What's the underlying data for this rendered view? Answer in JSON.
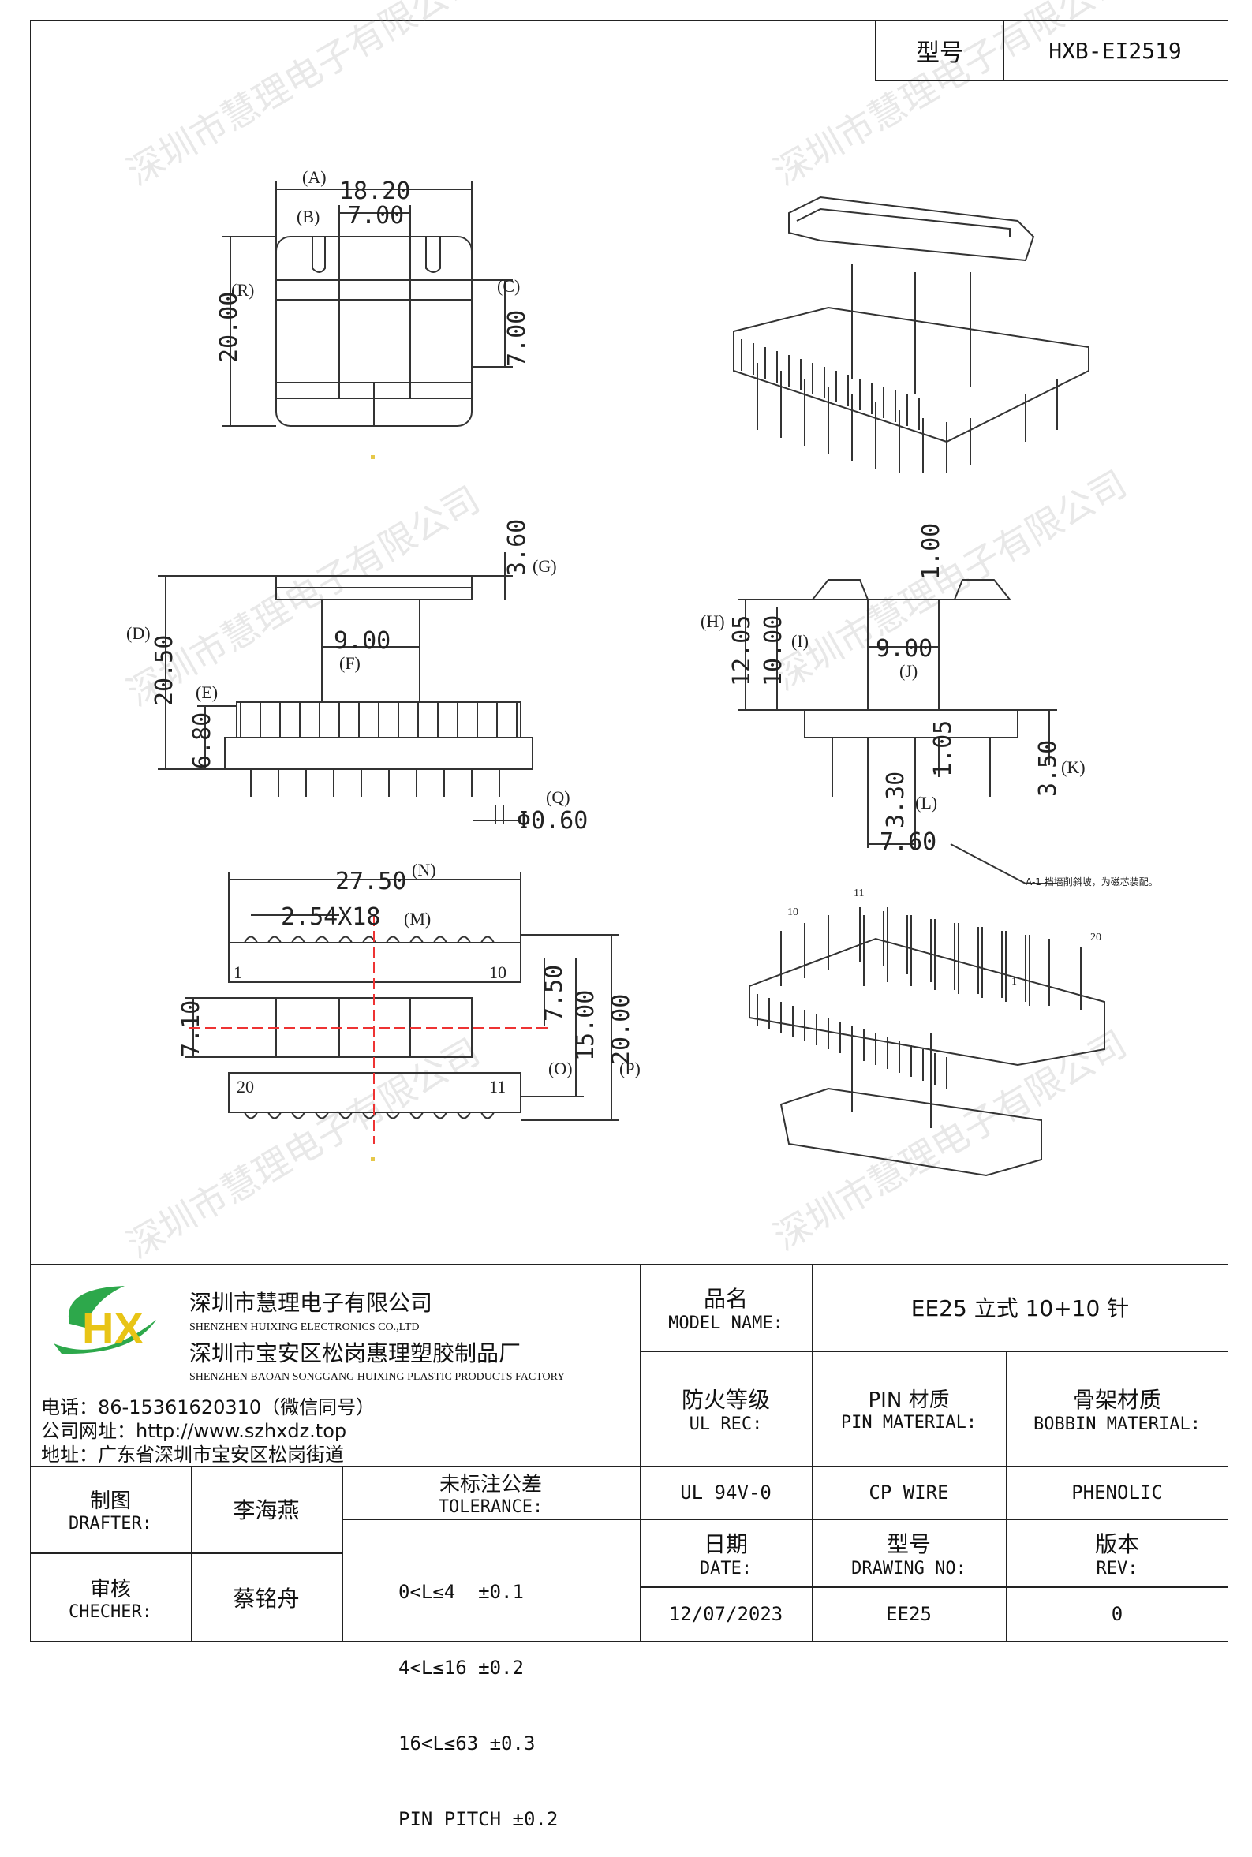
{
  "model_block": {
    "label": "型号",
    "value": "HXB-EI2519"
  },
  "watermark": "深圳市慧理电子有限公司",
  "drawing": {
    "top_view": {
      "dims": [
        "18.20",
        "7.00",
        "20.00",
        "7.00"
      ],
      "labels": [
        "(A)",
        "(B)",
        "(R)",
        "(C)"
      ]
    },
    "side_view": {
      "dims": [
        "3.60",
        "20.50",
        "9.00",
        "6.80",
        "Φ0.60"
      ],
      "labels": [
        "(G)",
        "(D)",
        "(F)",
        "(E)",
        "(Q)"
      ]
    },
    "front_view": {
      "dims": [
        "1.00",
        "12.05",
        "10.00",
        "9.00",
        "1.05",
        "3.50",
        "3.30",
        "7.60"
      ],
      "labels": [
        "(H)",
        "(I)",
        "(J)",
        "(K)",
        "(L)"
      ],
      "note": "A-1 挡墙削斜坡，为磁芯装配。"
    },
    "bottom_view": {
      "dims": [
        "27.50",
        "2.54X18",
        "7.50",
        "15.00",
        "20.00",
        "7.10"
      ],
      "labels": [
        "(N)",
        "(M)",
        "(O)",
        "(P)"
      ],
      "pins": [
        "1",
        "10",
        "20",
        "11"
      ]
    },
    "iso_bottom_pins": [
      "10",
      "11",
      "20",
      "1"
    ]
  },
  "company": {
    "logo": "HX",
    "name_cn": "深圳市慧理电子有限公司",
    "name_en": "SHENZHEN HUIXING ELECTRONICS CO.,LTD",
    "factory_cn": "深圳市宝安区松岗惠理塑胶制品厂",
    "factory_en": "SHENZHEN BAOAN SONGGANG HUIXING PLASTIC PRODUCTS FACTORY",
    "phone": "电话：86-15361620310（微信同号）",
    "website": "公司网址：http://www.szhxdz.top",
    "address": "地址：广东省深圳市宝安区松岗街道"
  },
  "title_block": {
    "model_name_cn": "品名",
    "model_name_en": "MODEL NAME:",
    "model_name_value": "EE25 立式 10+10 针",
    "ul_cn": "防火等级",
    "ul_en": "UL REC:",
    "pin_cn": "PIN 材质",
    "pin_en": "PIN MATERIAL:",
    "bobbin_cn": "骨架材质",
    "bobbin_en": "BOBBIN MATERIAL:",
    "ul_value": "UL 94V-0",
    "pin_value": "CP WIRE",
    "bobbin_value": "PHENOLIC",
    "drafter_cn": "制图",
    "drafter_en": "DRAFTER:",
    "drafter_value": "李海燕",
    "checker_cn": "审核",
    "checker_en": "CHECHER:",
    "checker_value": "蔡铭舟",
    "tolerance_cn": "未标注公差",
    "tolerance_en": "TOLERANCE:",
    "tolerance_lines": [
      "0<L≤4  ±0.1",
      "4<L≤16 ±0.2",
      "16<L≤63 ±0.3",
      "PIN PITCH ±0.2"
    ],
    "date_cn": "日期",
    "date_en": "DATE:",
    "date_value": "12/07/2023",
    "drawing_no_cn": "型号",
    "drawing_no_en": "DRAWING NO:",
    "drawing_no_value": "EE25",
    "rev_cn": "版本",
    "rev_en": "REV:",
    "rev_value": "0"
  }
}
